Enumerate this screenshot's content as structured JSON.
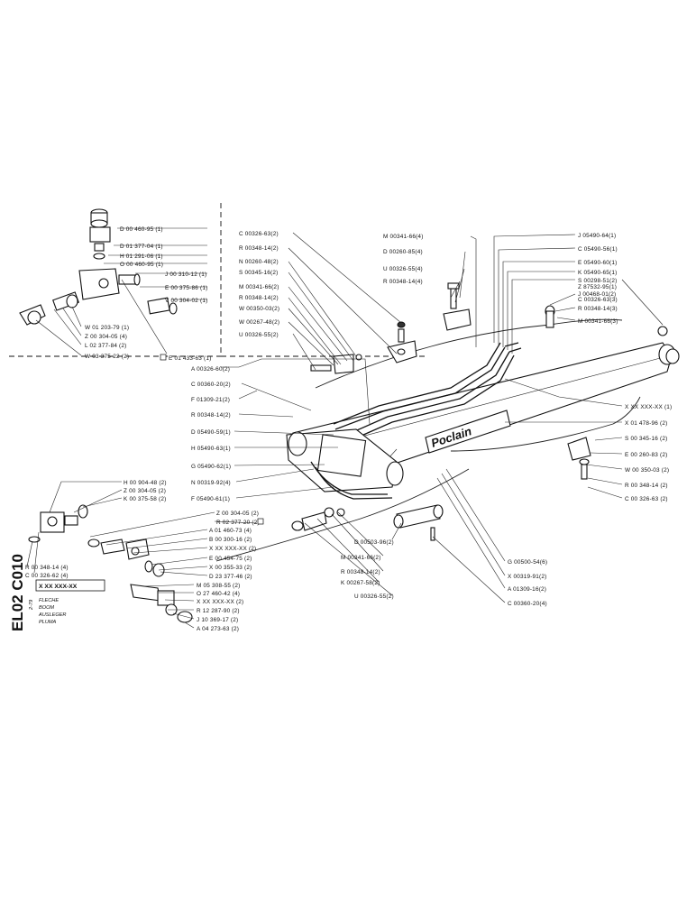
{
  "labels": {
    "inset_valve": [
      "D 00 460-95 (1)",
      "D 01 377-04 (1)",
      "H 01 291-06 (1)",
      "O 00 460-95 (1)",
      "J 00 310-12 (1)",
      "E 00 375-86 (1)",
      "V 00 304-02 (1)",
      "W 01 203-79 (1)",
      "Z 00 304-05 (4)",
      "L 02 377-84 (2)",
      "W 03 375-22 (2)",
      "E 01 433-63 (1)"
    ],
    "top_center": [
      "C 00326-63(2)",
      "R 00348-14(2)",
      "N 00260-48(2)",
      "S 00345-16(2)",
      "M 00341-66(2)",
      "R 00348-14(2)",
      "W 00350-03(2)",
      "W 00267-48(2)",
      "U 00326-55(2)"
    ],
    "top_mid": [
      "M 00341-66(4)",
      "D 00260-85(4)",
      "U 00326-55(4)",
      "R 00348-14(4)"
    ],
    "top_right": [
      "J 05490-64(1)",
      "C 05490-56(1)",
      "E 05490-60(1)",
      "K 05490-65(1)",
      "S 00298-51(2)",
      "Z 87532-95(1)",
      "J 00468-01(2)",
      "C 00326-63(3)",
      "R 00348-14(3)",
      "M 00341-66(3)"
    ],
    "left_middle": [
      "A 00326-60(2)",
      "C 00360-20(2)",
      "F 01309-21(2)",
      "R 00348-14(2)",
      "D 05490-59(1)",
      "H 05490-63(1)",
      "G 05490-62(1)",
      "N 00319-92(4)",
      "F 05490-61(1)"
    ],
    "right_middle": [
      "X XX XXX-XX (1)",
      "X 01 478-96 (2)",
      "S 00 345-16 (2)",
      "E 00 260-83 (2)",
      "W 00 350-03 (2)",
      "R 00 348-14 (2)",
      "C 00 326-63 (2)"
    ],
    "lower_left": [
      "H 00 904-48 (2)",
      "Z 00 304-05 (2)",
      "K 00 375-58 (2)",
      "R 00 348-14 (4)",
      "C 00 326-62 (4)"
    ],
    "lower_center": [
      "Z 00 304-05 (2)",
      "R 02 377-20 (2)",
      "A 01 460-73 (4)",
      "B 00 300-16 (2)",
      "X XX XXX-XX (2)",
      "E 00 454-75 (2)",
      "X 00 355-33 (2)",
      "D 23 377-46 (2)",
      "M 05 308-55 (2)",
      "O 27 460-42 (4)",
      "X XX XXX-XX (2)",
      "R 12 287-90 (2)",
      "J 10 369-17 (2)",
      "A 04 273-63 (2)"
    ],
    "bottom_mid": [
      "D 00503-96(2)",
      "M 00341-66(2)",
      "R 00348-14(2)",
      "K 00267-58(2)",
      "U 00326-55(2)"
    ],
    "bottom_right": [
      "G 00500-54(6)",
      "X 00319-91(2)",
      "A 01309-16(2)",
      "C 00360-20(4)"
    ]
  },
  "title_block": {
    "code": "X XX XXX-XX",
    "names": [
      "FLECHE",
      "BOOM",
      "AUSLEGER",
      "PLUMA"
    ],
    "ref": "2-79"
  },
  "page_code": "EL02 C010",
  "brand": "Poclain"
}
